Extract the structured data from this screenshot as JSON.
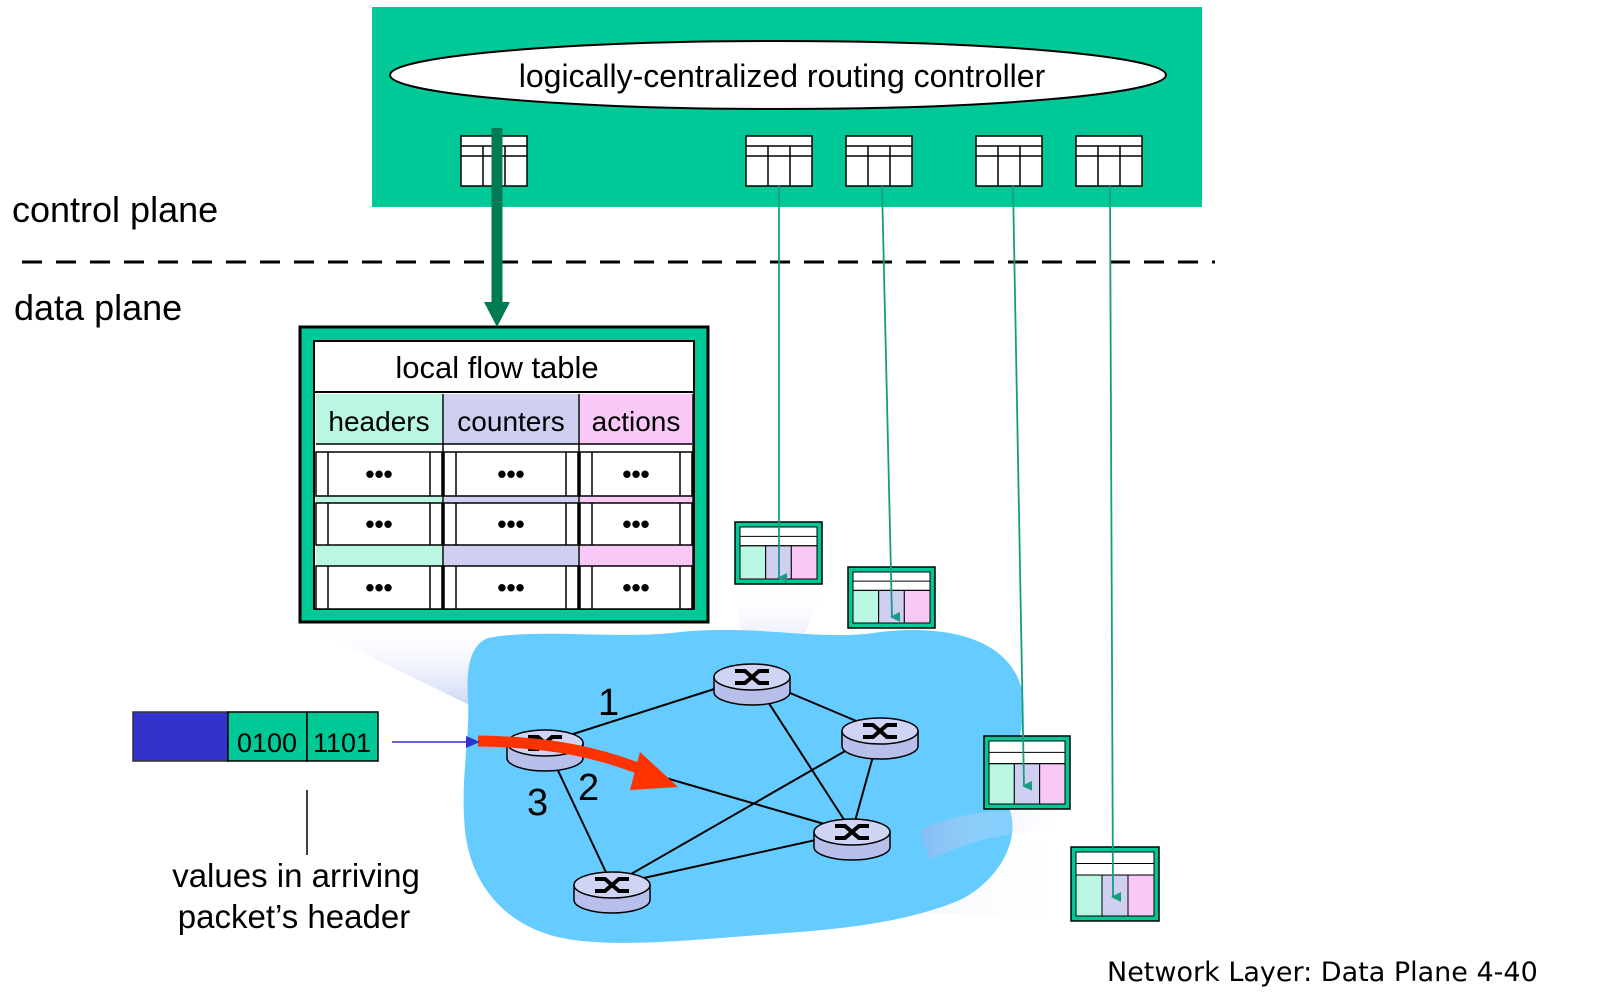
{
  "controller": {
    "label": "logically-centralized routing controller",
    "fill": "#00C896"
  },
  "planes": {
    "control_label": "control plane",
    "data_label": "data plane"
  },
  "flow_table": {
    "title": "local flow table",
    "columns": [
      {
        "label": "headers",
        "color": "#B9F7E2"
      },
      {
        "label": "counters",
        "color": "#CFCFF2"
      },
      {
        "label": "actions",
        "color": "#F9C8F6"
      }
    ],
    "row_cell_text": "•••",
    "row_count": 3
  },
  "packet": {
    "field1": "0100",
    "field2": "1101",
    "payload_color": "#3333CC",
    "header_color": "#00C896"
  },
  "packet_caption": {
    "line1": "values in arriving",
    "line2": "packet’s header"
  },
  "ports": [
    "1",
    "2",
    "3"
  ],
  "footer": "Network Layer: Data Plane  4-40",
  "colors": {
    "network_cloud": "#66CCFF",
    "router_body": "#CFD4F5",
    "forwarding_arrow": "#FF3300",
    "control_arrow": "#007A55",
    "table_link": "#179C82"
  }
}
